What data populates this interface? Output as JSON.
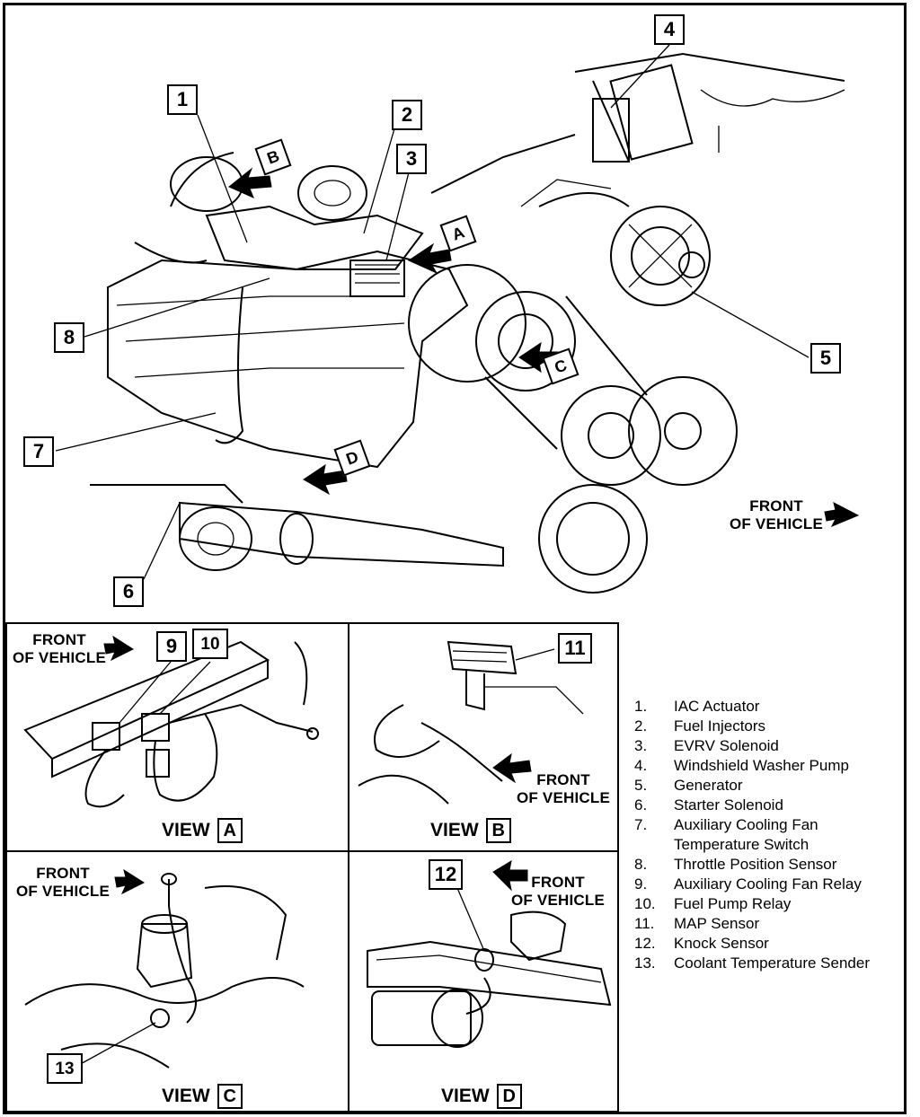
{
  "main_view": {
    "callouts": [
      "1",
      "2",
      "3",
      "4",
      "5",
      "6",
      "7",
      "8"
    ],
    "view_markers": [
      "A",
      "B",
      "C",
      "D"
    ],
    "front_label": {
      "line1": "FRONT",
      "line2": "OF VEHICLE"
    }
  },
  "view_a": {
    "front_label": {
      "line1": "FRONT",
      "line2": "OF VEHICLE"
    },
    "callouts": [
      "9",
      "10"
    ],
    "view_word": "VIEW",
    "view_letter": "A"
  },
  "view_b": {
    "front_label": {
      "line1": "FRONT",
      "line2": "OF VEHICLE"
    },
    "callouts": [
      "11"
    ],
    "view_word": "VIEW",
    "view_letter": "B"
  },
  "view_c": {
    "front_label": {
      "line1": "FRONT",
      "line2": "OF VEHICLE"
    },
    "callouts": [
      "13"
    ],
    "view_word": "VIEW",
    "view_letter": "C"
  },
  "view_d": {
    "front_label": {
      "line1": "FRONT",
      "line2": "OF VEHICLE"
    },
    "callouts": [
      "12"
    ],
    "view_word": "VIEW",
    "view_letter": "D"
  },
  "legend": [
    {
      "num": "1.",
      "text": "IAC Actuator"
    },
    {
      "num": "2.",
      "text": "Fuel Injectors"
    },
    {
      "num": "3.",
      "text": "EVRV Solenoid"
    },
    {
      "num": "4.",
      "text": "Windshield Washer Pump"
    },
    {
      "num": "5.",
      "text": "Generator"
    },
    {
      "num": "6.",
      "text": "Starter Solenoid"
    },
    {
      "num": "7.",
      "text": "Auxiliary Cooling Fan"
    },
    {
      "num": "",
      "text": "Temperature Switch"
    },
    {
      "num": "8.",
      "text": "Throttle Position Sensor"
    },
    {
      "num": "9.",
      "text": "Auxiliary Cooling Fan Relay"
    },
    {
      "num": "10.",
      "text": "Fuel Pump Relay"
    },
    {
      "num": "11.",
      "text": "MAP Sensor"
    },
    {
      "num": "12.",
      "text": "Knock Sensor"
    },
    {
      "num": "13.",
      "text": "Coolant Temperature Sender"
    }
  ]
}
